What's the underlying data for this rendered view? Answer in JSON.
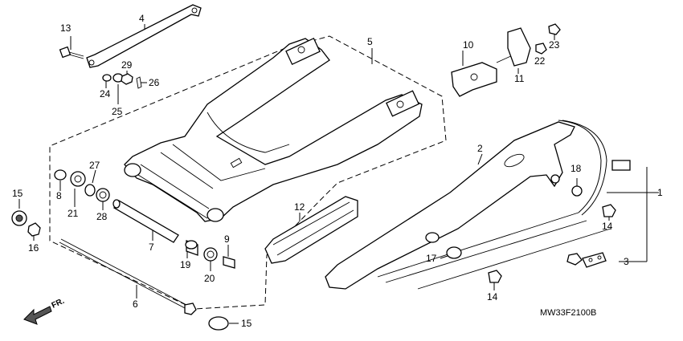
{
  "diagram": {
    "code": "MW33F2100B",
    "direction_label": "FR.",
    "callouts": [
      "1",
      "2",
      "3",
      "4",
      "5",
      "6",
      "7",
      "8",
      "9",
      "10",
      "11",
      "12",
      "13",
      "14",
      "14",
      "15",
      "15",
      "16",
      "17",
      "18",
      "19",
      "20",
      "21",
      "22",
      "23",
      "24",
      "25",
      "26",
      "27",
      "28",
      "29"
    ]
  }
}
